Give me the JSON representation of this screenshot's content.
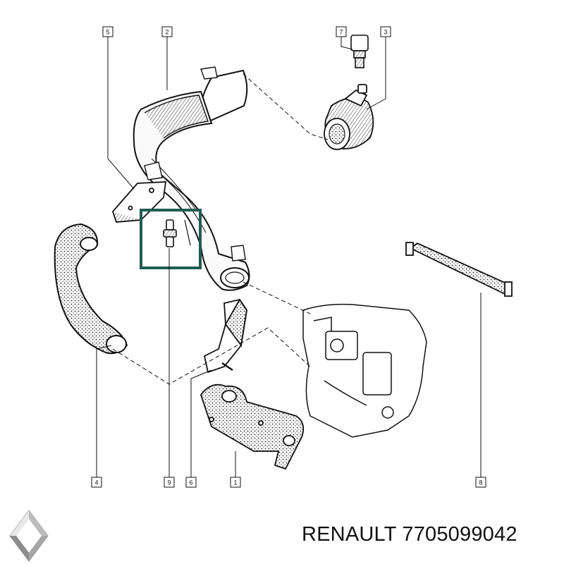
{
  "caption": {
    "brand": "RENAULT",
    "part_number": "7705099042"
  },
  "logo": {
    "icon": "renault-diamond-logo"
  },
  "callouts": [
    "5",
    "2",
    "7",
    "3",
    "4",
    "9",
    "6",
    "1",
    "8"
  ],
  "colors": {
    "highlight": "#1f5c52",
    "line": "#111111",
    "logo_light": "#d9d9d9",
    "logo_dark": "#8c8c8c"
  }
}
